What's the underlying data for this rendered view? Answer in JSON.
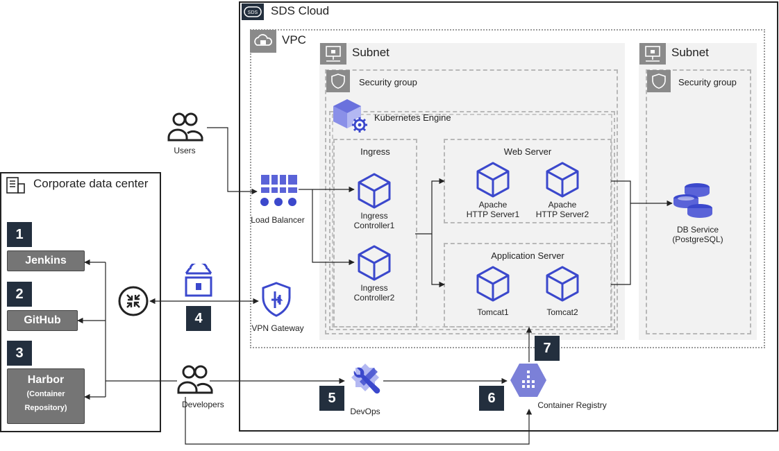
{
  "cloud": {
    "title": "SDS Cloud",
    "badge": "SDS"
  },
  "vpc": {
    "title": "VPC"
  },
  "subnet1": {
    "title": "Subnet"
  },
  "subnet2": {
    "title": "Subnet"
  },
  "security_group1": {
    "title": "Security group"
  },
  "security_group2": {
    "title": "Security group"
  },
  "kubernetes": {
    "title": "Kubernetes Engine"
  },
  "ingress": {
    "title": "Ingress",
    "controller1": [
      "Ingress",
      "Controller1"
    ],
    "controller2": [
      "Ingress",
      "Controller2"
    ]
  },
  "web_server": {
    "title": "Web Server",
    "server1": [
      "Apache",
      "HTTP Server1"
    ],
    "server2": [
      "Apache",
      "HTTP Server2"
    ]
  },
  "app_server": {
    "title": "Application Server",
    "tomcat1": "Tomcat1",
    "tomcat2": "Tomcat2"
  },
  "db": {
    "label": [
      "DB Service",
      "(PostgreSQL)"
    ]
  },
  "users": {
    "label": "Users"
  },
  "developers": {
    "label": "Developers"
  },
  "load_balancer": {
    "label": "Load Balancer"
  },
  "vpn_gateway": {
    "label": "VPN Gateway"
  },
  "devops": {
    "label": "DevOps"
  },
  "container_registry": {
    "label": "Container Registry"
  },
  "corporate": {
    "title": "Corporate data center"
  },
  "jenkins": {
    "label": "Jenkins"
  },
  "github": {
    "label": "GitHub"
  },
  "harbor": {
    "label": "Harbor",
    "sub": [
      "(Container",
      "Repository)"
    ]
  },
  "steps": [
    "1",
    "2",
    "3",
    "4",
    "5",
    "6",
    "7"
  ],
  "colors": {
    "icon_blue": "#3b48cc",
    "accent_purple": "#7b80d8",
    "dark_badge": "#232f3e",
    "grey_button": "#757575"
  }
}
